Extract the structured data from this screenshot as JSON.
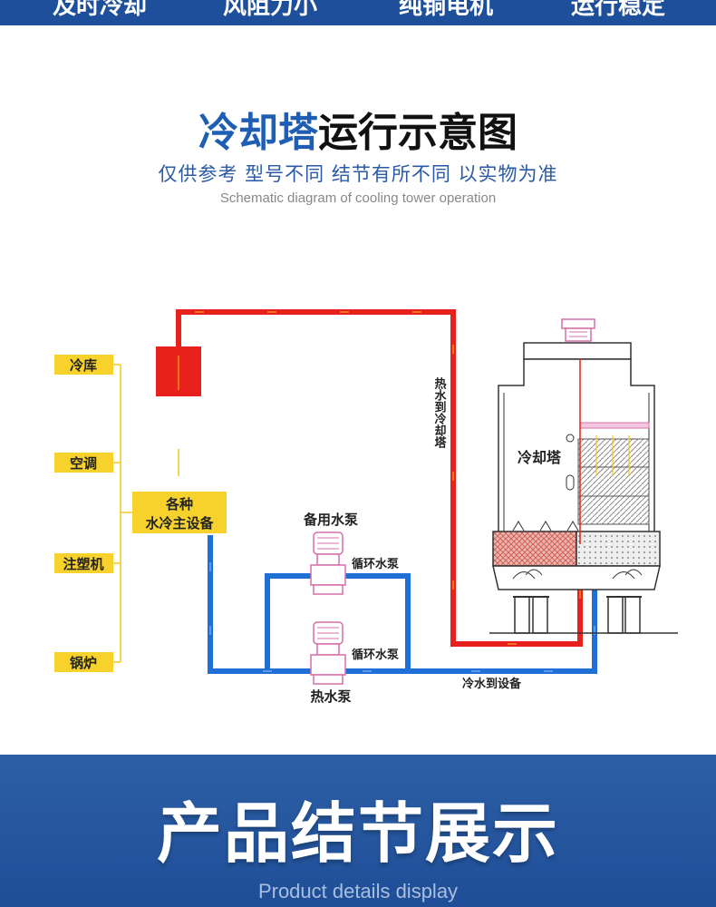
{
  "top_bar": [
    "及时冷却",
    "风阻力小",
    "纯铜电机",
    "运行稳定"
  ],
  "title": {
    "blue": "冷却塔",
    "black": "运行示意图"
  },
  "subtitle": "仅供参考  型号不同  结节有所不同  以实物为准",
  "subtitle_en": "Schematic diagram of cooling tower operation",
  "diagram": {
    "left_labels": [
      "冷库",
      "空调",
      "注塑机",
      "锅炉"
    ],
    "main_equipment": [
      "各种",
      "水冷主设备"
    ],
    "hot_to_tower": "热水到冷却塔",
    "tower_label": "冷却塔",
    "backup_pump": "备用水泵",
    "circ_pump_1": "循环水泵",
    "circ_pump_2": "循环水泵",
    "hot_pump": "热水泵",
    "cold_to_device": "冷水到设备",
    "colors": {
      "hot": "#e8211c",
      "cold": "#1f6fd6",
      "label_bg": "#f7d22d",
      "pump": "#d66fa8"
    }
  },
  "section": {
    "title": "产品结节展示",
    "title_en": "Product details display"
  }
}
